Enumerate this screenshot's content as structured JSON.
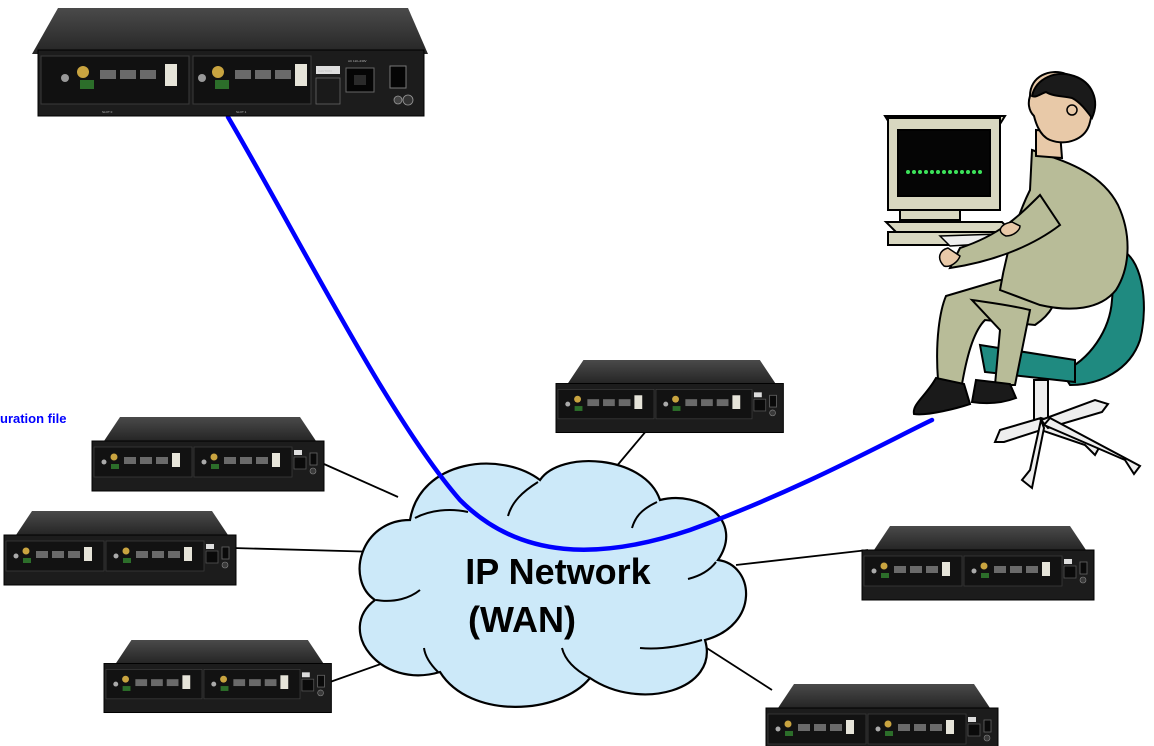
{
  "labels": {
    "cloud_line1": "IP Network",
    "cloud_line2": "(WAN)",
    "side_text": "uration file"
  },
  "device_text": {
    "caution": "CAUTION",
    "power": "AC 110~230V",
    "slot0": "SLOT 0",
    "slot1": "SLOT 1"
  },
  "colors": {
    "cable": "#0000ff",
    "cloud_fill": "#cce9f9",
    "device_body": "#1c1c1c",
    "side_text": "#0000ff",
    "suit": "#b8bc98",
    "chair": "#1f8a80",
    "screen_dots": "#3ce35a"
  },
  "icons": {
    "device": "network-device-icon",
    "operator": "operator-at-computer-icon",
    "cloud": "cloud-icon"
  }
}
